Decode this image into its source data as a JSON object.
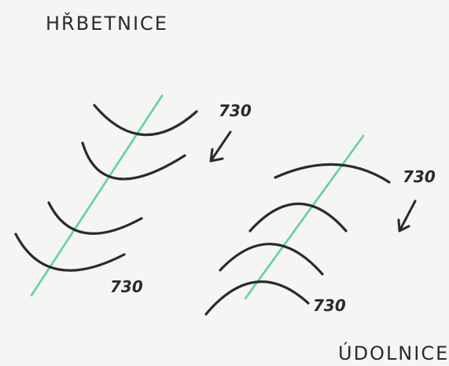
{
  "ridge": {
    "title": "HŘBETNICE",
    "label_top": "730",
    "label_bottom": "730"
  },
  "valley": {
    "title": "ÚDOLNICE",
    "label_top": "730",
    "label_bottom": "730"
  },
  "colors": {
    "paper": "#f5f5f3",
    "contour_line": "#2b2b2b",
    "axis_line": "#5fd49a"
  }
}
